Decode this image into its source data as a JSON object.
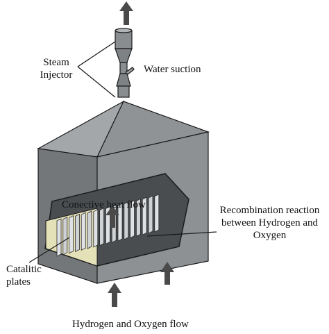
{
  "labels": {
    "steam_injector": "Steam\nInjector",
    "water_suction": "Water suction",
    "conective_heat_flow": "Conective heat flow",
    "recombination_reaction": "Recombination reaction\nbetween Hydrogen and\nOxygen",
    "catalitic_plates": "Catalitic\nplates",
    "hydrogen_oxygen_flow": "Hydrogen and Oxygen flow"
  },
  "colors": {
    "body_front": "#8e9194",
    "body_side": "#74777a",
    "roof_left": "#a4a7aa",
    "roof_right": "#909396",
    "cavity": "#4a4d50",
    "plates_base": "#e4e0b8",
    "plate": "#d7dadd",
    "arrow": "#4a4a4a",
    "outline": "#1a1a1a"
  }
}
